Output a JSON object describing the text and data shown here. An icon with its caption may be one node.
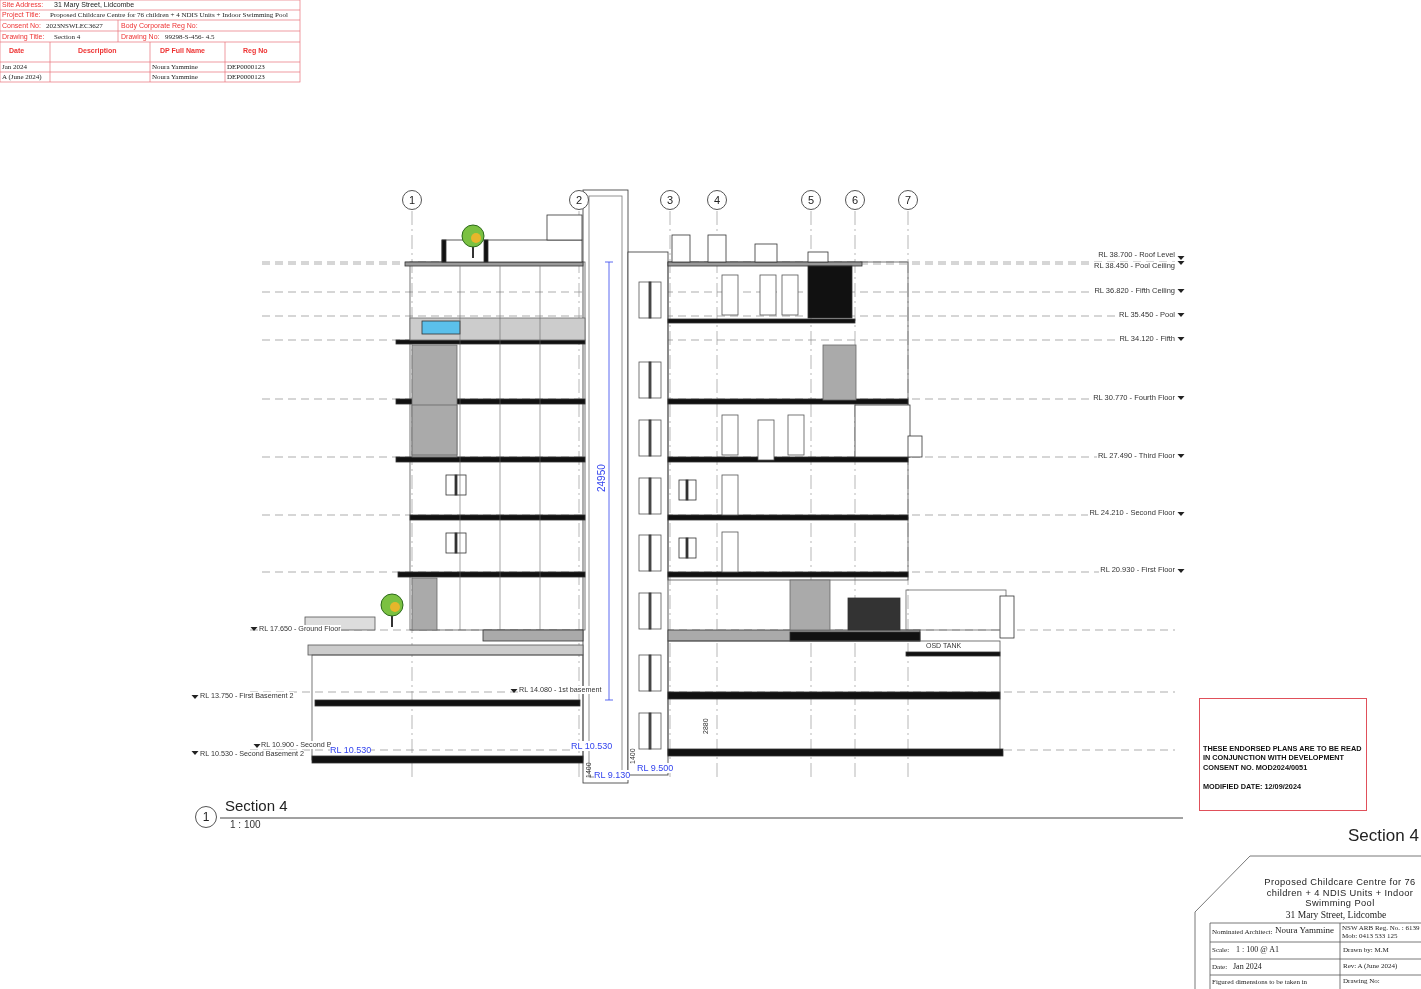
{
  "diagram": {
    "title": "Section 4",
    "nodes": [
      {
        "text": [
          "1"
        ]
      },
      {
        "text": [
          "2"
        ]
      },
      {
        "text": [
          "3"
        ]
      },
      {
        "text": [
          "4"
        ]
      },
      {
        "text": [
          "5"
        ]
      },
      {
        "text": [
          "6"
        ]
      },
      {
        "text": [
          "7"
        ]
      },
      {
        "text": [
          "1"
        ]
      },
      {
        "text": [
          "THESE ENDORSED PLANS ARE TO BE READ IN CONJUNCTION WITH DEVELOPMENT CONSENT NO. MOD2024/0051",
          "MODIFIED DATE: 12/09/2024"
        ]
      }
    ],
    "labels": [
      "Site Address:",
      "31 Mary Street, Lidcombe",
      "Project Title:",
      "Proposed Childcare Centre for 76 children + 4 NDIS Units + Indoor Swimming Pool",
      "Consent No:",
      "2023NSWLEC3627",
      "Body Corporate Reg No:",
      "Drawing Title:",
      "Section 4",
      "Drawing No:",
      "99298-S-456- 4.5",
      "Date",
      "Description",
      "DP Full Name",
      "Reg No",
      "Jan 2024",
      "Noura Yammine",
      "DEP0000123",
      "A (June 2024)",
      "Noura Yammine",
      "DEP0000123",
      "RL 38.700 - Roof Level",
      "RL 38.450 - Pool Ceiling",
      "RL 36.820 - Fifth Ceiling",
      "RL 35.450 - Pool",
      "RL 34.120 - Fifth",
      "RL 30.770 - Fourth Floor",
      "RL 27.490 - Third Floor",
      "RL 24.210 - Second Floor",
      "RL 20.930 - First Floor",
      "RL 17.650 - Ground Floor",
      "RL 13.750 - First Basement 2",
      "RL 14.080 - 1st basement",
      "RL 10.900 - Second B",
      "RL 10.530 - Second Basement 2",
      "24950",
      "RL 10.530",
      "RL 10.530",
      "1400",
      "RL 9.130",
      "1400",
      "RL 9.500",
      "2880",
      "OSD TANK",
      "1 : 100",
      "Section 4",
      "Proposed Childcare Centre for 76 children + 4 NDIS Units + Indoor Swimming Pool",
      "31 Mary Street, Lidcombe",
      "Nominated Architect:",
      "Noura Yammine",
      "NSW ARB Reg. No. : 6139",
      "Mob: 0413 533 125",
      "Scale:",
      "1 : 100 @ A1",
      "Drawn by: M.M",
      "Date:",
      "Jan 2024",
      "Rev: A (June 2024)",
      "Figured dimensions to be taken in",
      "Drawing No:"
    ]
  }
}
